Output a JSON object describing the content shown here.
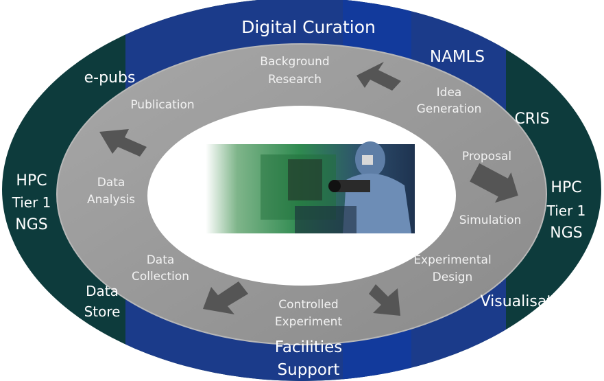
{
  "outer_ring": {
    "labels": {
      "digital_curation": "Digital Curation",
      "namls": "NAMLS",
      "cris": "CRIS",
      "hpc_right": [
        "HPC",
        "Tier 1",
        "NGS"
      ],
      "visualisation": "Visualisation",
      "facilities_support": [
        "Facilities",
        "Support"
      ],
      "data_store": [
        "Data",
        "Store"
      ],
      "hpc_left": [
        "HPC",
        "Tier 1",
        "NGS"
      ],
      "e_pubs": "e-pubs"
    }
  },
  "inner_ring": {
    "stages": {
      "background_research": [
        "Background",
        "Research"
      ],
      "idea_generation": [
        "Idea",
        "Generation"
      ],
      "proposal": "Proposal",
      "simulation": "Simulation",
      "experimental_design": [
        "Experimental",
        "Design"
      ],
      "controlled_experiment": [
        "Controlled",
        "Experiment"
      ],
      "data_collection": [
        "Data",
        "Collection"
      ],
      "data_analysis": [
        "Data",
        "Analysis"
      ],
      "publication": "Publication"
    }
  },
  "colors": {
    "outer_dark": "#0d3b3c",
    "outer_blue": "#1b3b8a",
    "outer_bright_blue": "#123a9c",
    "inner_gray": "#9b9b9b",
    "arrow": "#555555",
    "center": "#ffffff"
  },
  "center_photo": {
    "icon": "scientist-with-equipment-photo"
  }
}
